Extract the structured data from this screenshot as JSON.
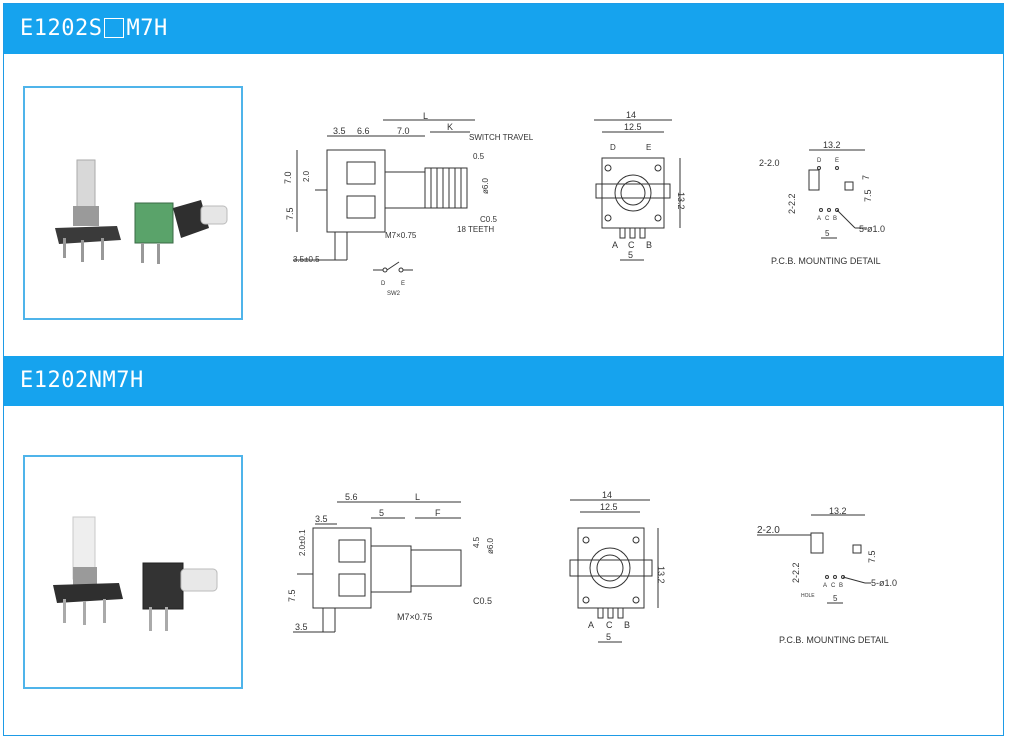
{
  "colors": {
    "band": "#16a3ee",
    "frame": "#1e9be6",
    "line": "#333333"
  },
  "sections": [
    {
      "title_prefix": "E1202S",
      "title_suffix": "M7H",
      "side_view": {
        "dims": [
          "3.5",
          "6.6",
          "7.0",
          "L",
          "K",
          "7.0",
          "2.0",
          "7.5",
          "3.5±0.5"
        ],
        "labels": [
          "SWITCH TRAVEL",
          "0.5",
          "ø6.0",
          "C0.5",
          "18 TEETH",
          "M7×0.75"
        ],
        "switch_labels": [
          "D",
          "E",
          "SW2"
        ]
      },
      "front_view": {
        "dims": [
          "14",
          "12.5",
          "13.2",
          "5"
        ],
        "pins": [
          "A",
          "C",
          "B"
        ],
        "top_pins": [
          "D",
          "E"
        ]
      },
      "pcb_detail": {
        "dims": [
          "13.2",
          "2-2.0",
          "7",
          "7.5",
          "2-2.2",
          "5",
          "5-ø1.0"
        ],
        "pins": [
          "A",
          "C",
          "B",
          "D",
          "E"
        ],
        "caption": "P.C.B. MOUNTING DETAIL"
      }
    },
    {
      "title": "E1202NM7H",
      "side_view": {
        "dims": [
          "5.6",
          "L",
          "3.5",
          "5",
          "F",
          "2.0±0.1",
          "7.5",
          "3.5",
          "4.5",
          "ø6.0"
        ],
        "labels": [
          "M7×0.75",
          "C0.5"
        ]
      },
      "front_view": {
        "dims": [
          "14",
          "12.5",
          "13.2",
          "5"
        ],
        "pins": [
          "A",
          "C",
          "B"
        ]
      },
      "pcb_detail": {
        "dims": [
          "13.2",
          "2-2.0",
          "7.5",
          "2-2.2",
          "5",
          "5-ø1.0"
        ],
        "labels": [
          "HOLE",
          "A",
          "C",
          "B"
        ],
        "caption": "P.C.B. MOUNTING DETAIL"
      }
    }
  ]
}
